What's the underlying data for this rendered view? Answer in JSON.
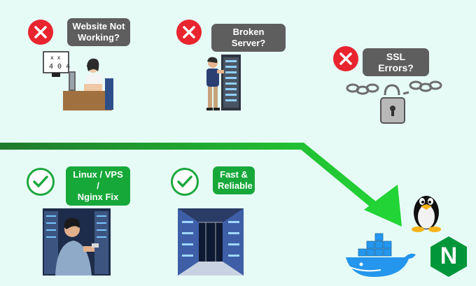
{
  "problems": [
    {
      "label_line1": "Website Not",
      "label_line2": "Working?",
      "icon": "x-icon"
    },
    {
      "label_line1": "Broken Server?",
      "icon": "x-icon"
    },
    {
      "label_line1": "SSL Errors?",
      "icon": "x-icon"
    }
  ],
  "error_screen": {
    "glyph_top": "x x",
    "glyph_bottom": "4 0 4"
  },
  "solutions": [
    {
      "label_line1": "Linux / VPS /",
      "label_line2": "Nginx Fix",
      "icon": "check-icon"
    },
    {
      "label_line1": "Fast &",
      "label_line2": "Reliable",
      "icon": "check-icon"
    }
  ],
  "logos": {
    "nginx_letter": "N"
  },
  "colors": {
    "background": "#e6fbf6",
    "error_red": "#e8242e",
    "success_green": "#17a83a",
    "problem_tag": "#5e5e5e",
    "arrow_start": "#1f7a2c",
    "arrow_end": "#22d435",
    "docker_blue": "#2496ed",
    "nginx_green": "#019639"
  }
}
